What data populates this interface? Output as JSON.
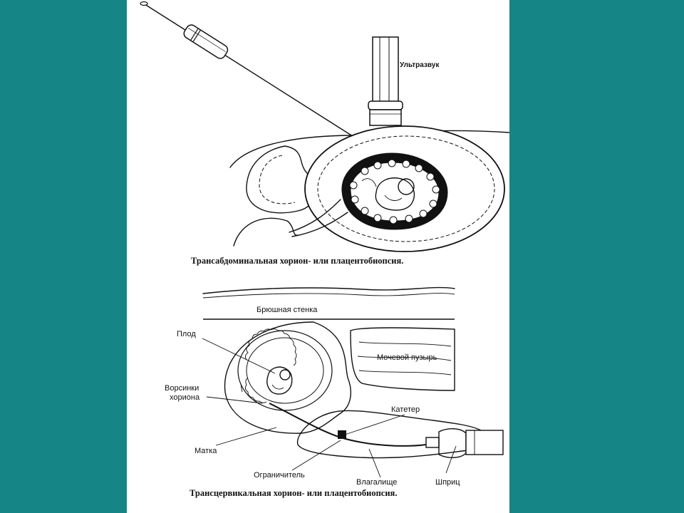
{
  "colors": {
    "background": "#158585",
    "sheet": "#ffffff",
    "ink": "#111111"
  },
  "diagram_top": {
    "caption": "Трансабдоминальная хорион- или плацентобиопсия.",
    "labels": {
      "ultrasound": "Ультразвук"
    }
  },
  "diagram_bottom": {
    "caption": "Трансцервикальная хорион- или плацентобиопсия.",
    "labels": {
      "abdominal_wall": "Брюшная стенка",
      "fetus": "Плод",
      "chorionic_villi_line1": "Ворсинки",
      "chorionic_villi_line2": "хориона",
      "bladder": "Мочевой пузырь",
      "catheter": "Катетер",
      "uterus": "Матка",
      "limiter": "Ограничитель",
      "vagina": "Влагалище",
      "syringe": "Шприц"
    }
  }
}
